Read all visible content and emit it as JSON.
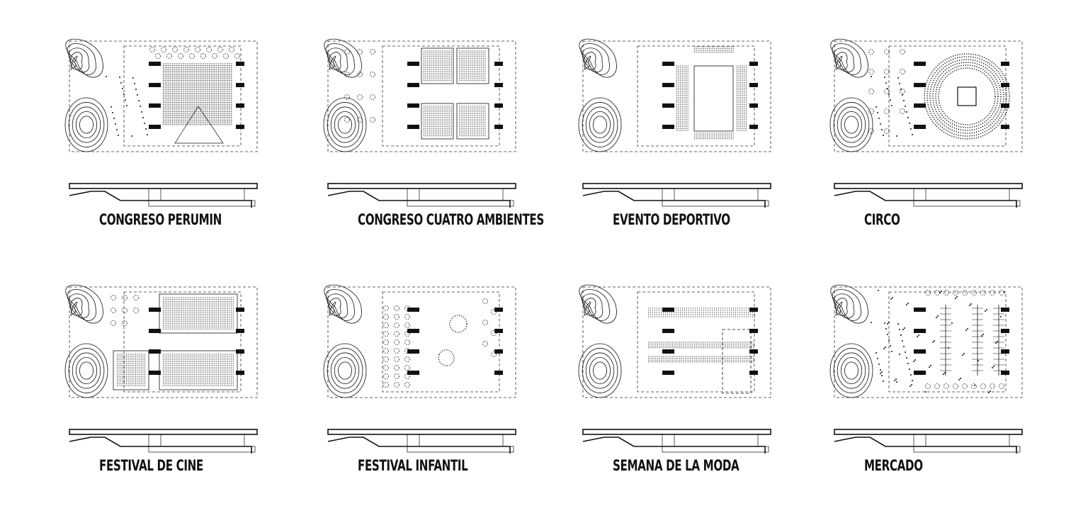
{
  "panels": [
    {
      "label": "CONGRESO PERUMIN",
      "layout": "congress"
    },
    {
      "label": "CONGRESO CUATRO AMBIENTES",
      "layout": "four-rooms"
    },
    {
      "label": "EVENTO DEPORTIVO",
      "layout": "sport"
    },
    {
      "label": "CIRCO",
      "layout": "circus"
    },
    {
      "label": "FESTIVAL DE CINE",
      "layout": "cinema"
    },
    {
      "label": "FESTIVAL INFANTIL",
      "layout": "kids"
    },
    {
      "label": "SEMANA DE LA MODA",
      "layout": "fashion"
    },
    {
      "label": "MERCADO",
      "layout": "market"
    }
  ]
}
